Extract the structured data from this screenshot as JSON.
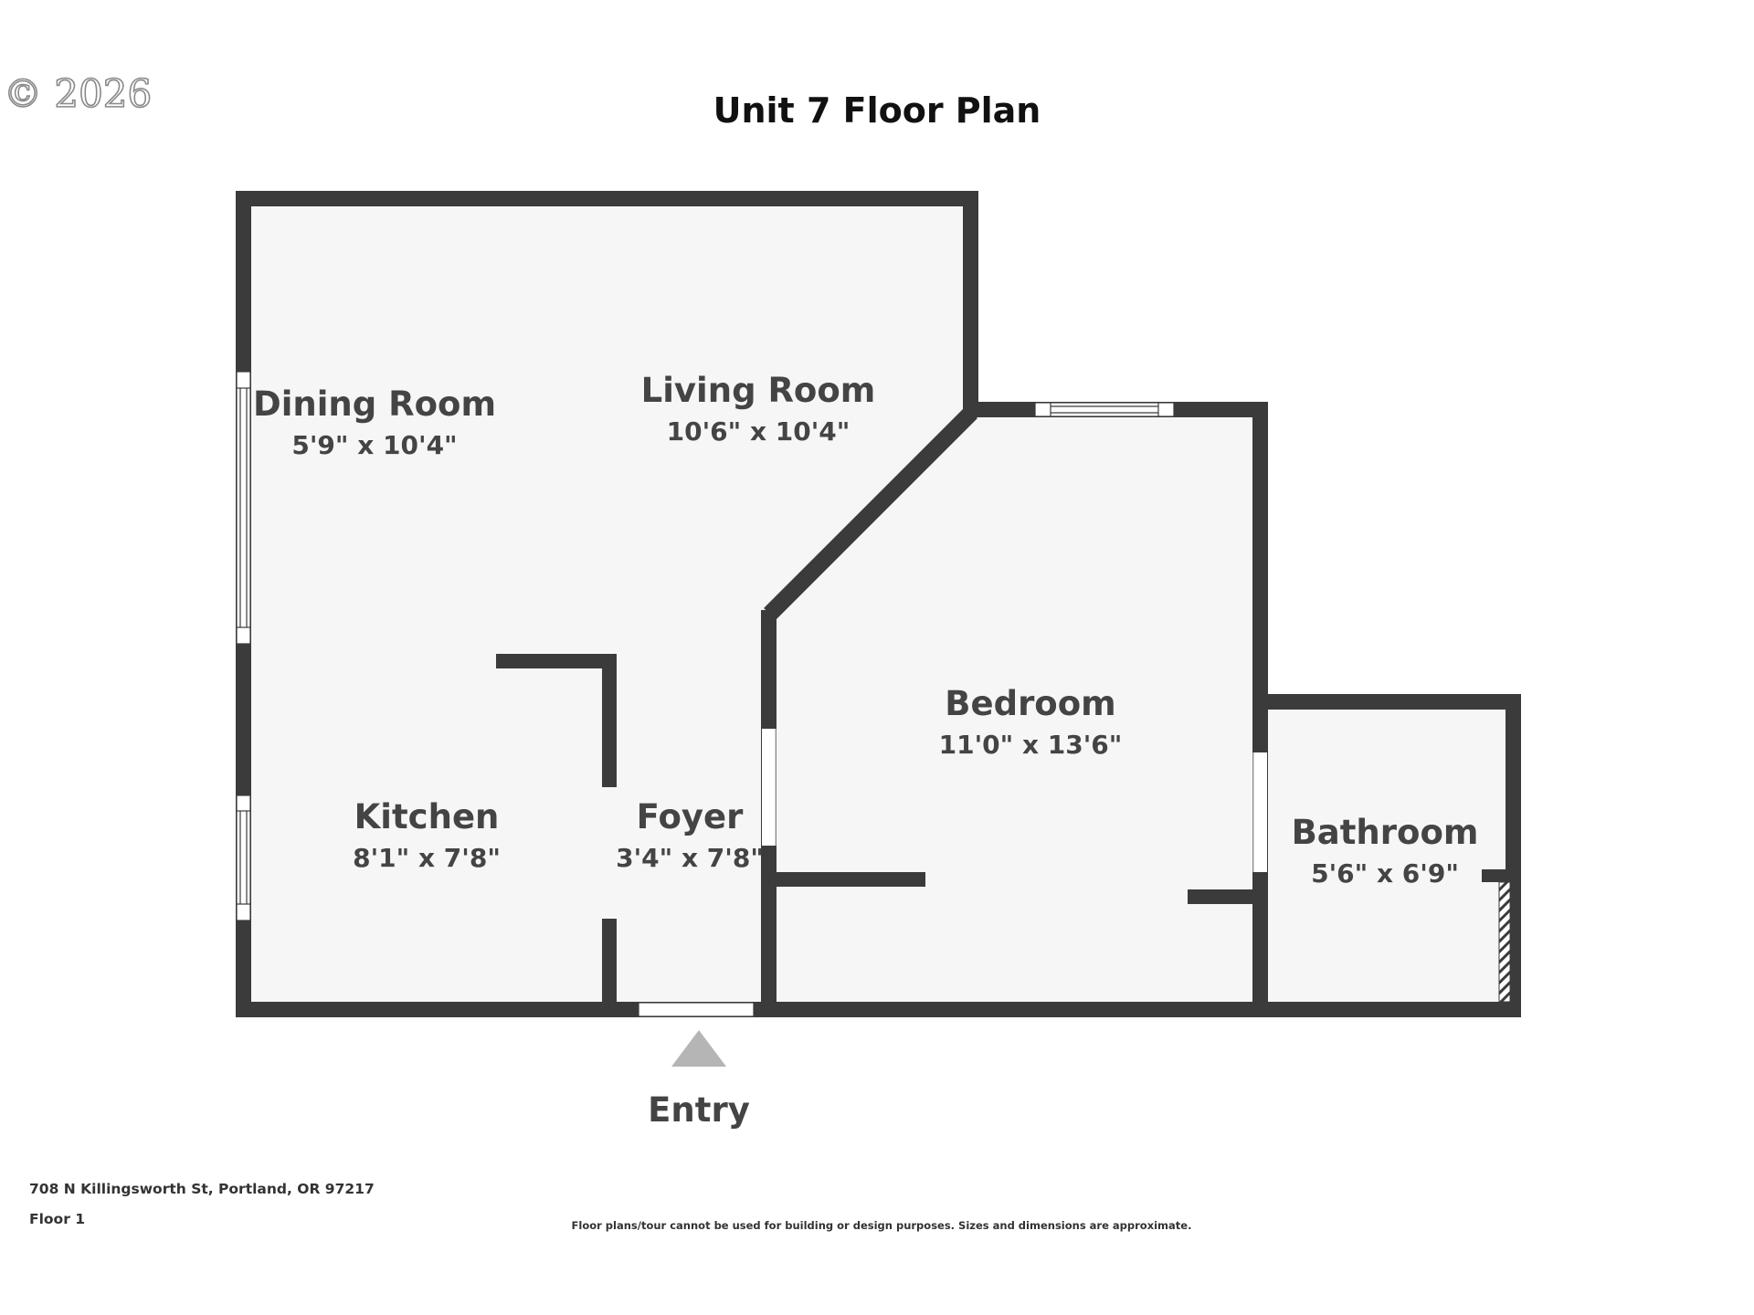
{
  "copyright": "© 2026",
  "title": "Unit 7 Floor Plan",
  "rooms": {
    "dining": {
      "name": "Dining Room",
      "dims": "5'9\" x 10'4\""
    },
    "living": {
      "name": "Living Room",
      "dims": "10'6\" x 10'4\""
    },
    "bedroom": {
      "name": "Bedroom",
      "dims": "11'0\" x 13'6\""
    },
    "kitchen": {
      "name": "Kitchen",
      "dims": "8'1\" x 7'8\""
    },
    "foyer": {
      "name": "Foyer",
      "dims": "3'4\" x 7'8\""
    },
    "bathroom": {
      "name": "Bathroom",
      "dims": "5'6\" x 6'9\""
    }
  },
  "entry_label": "Entry",
  "footer": {
    "address": "708 N Killingsworth St, Portland, OR 97217",
    "floor": "Floor 1",
    "disclaimer": "Floor plans/tour cannot be used for building or design purposes. Sizes and dimensions are approximate."
  },
  "colors": {
    "wall": "#3b3b3b",
    "floor": "#f6f6f6",
    "entry_arrow": "#b5b5b5"
  }
}
